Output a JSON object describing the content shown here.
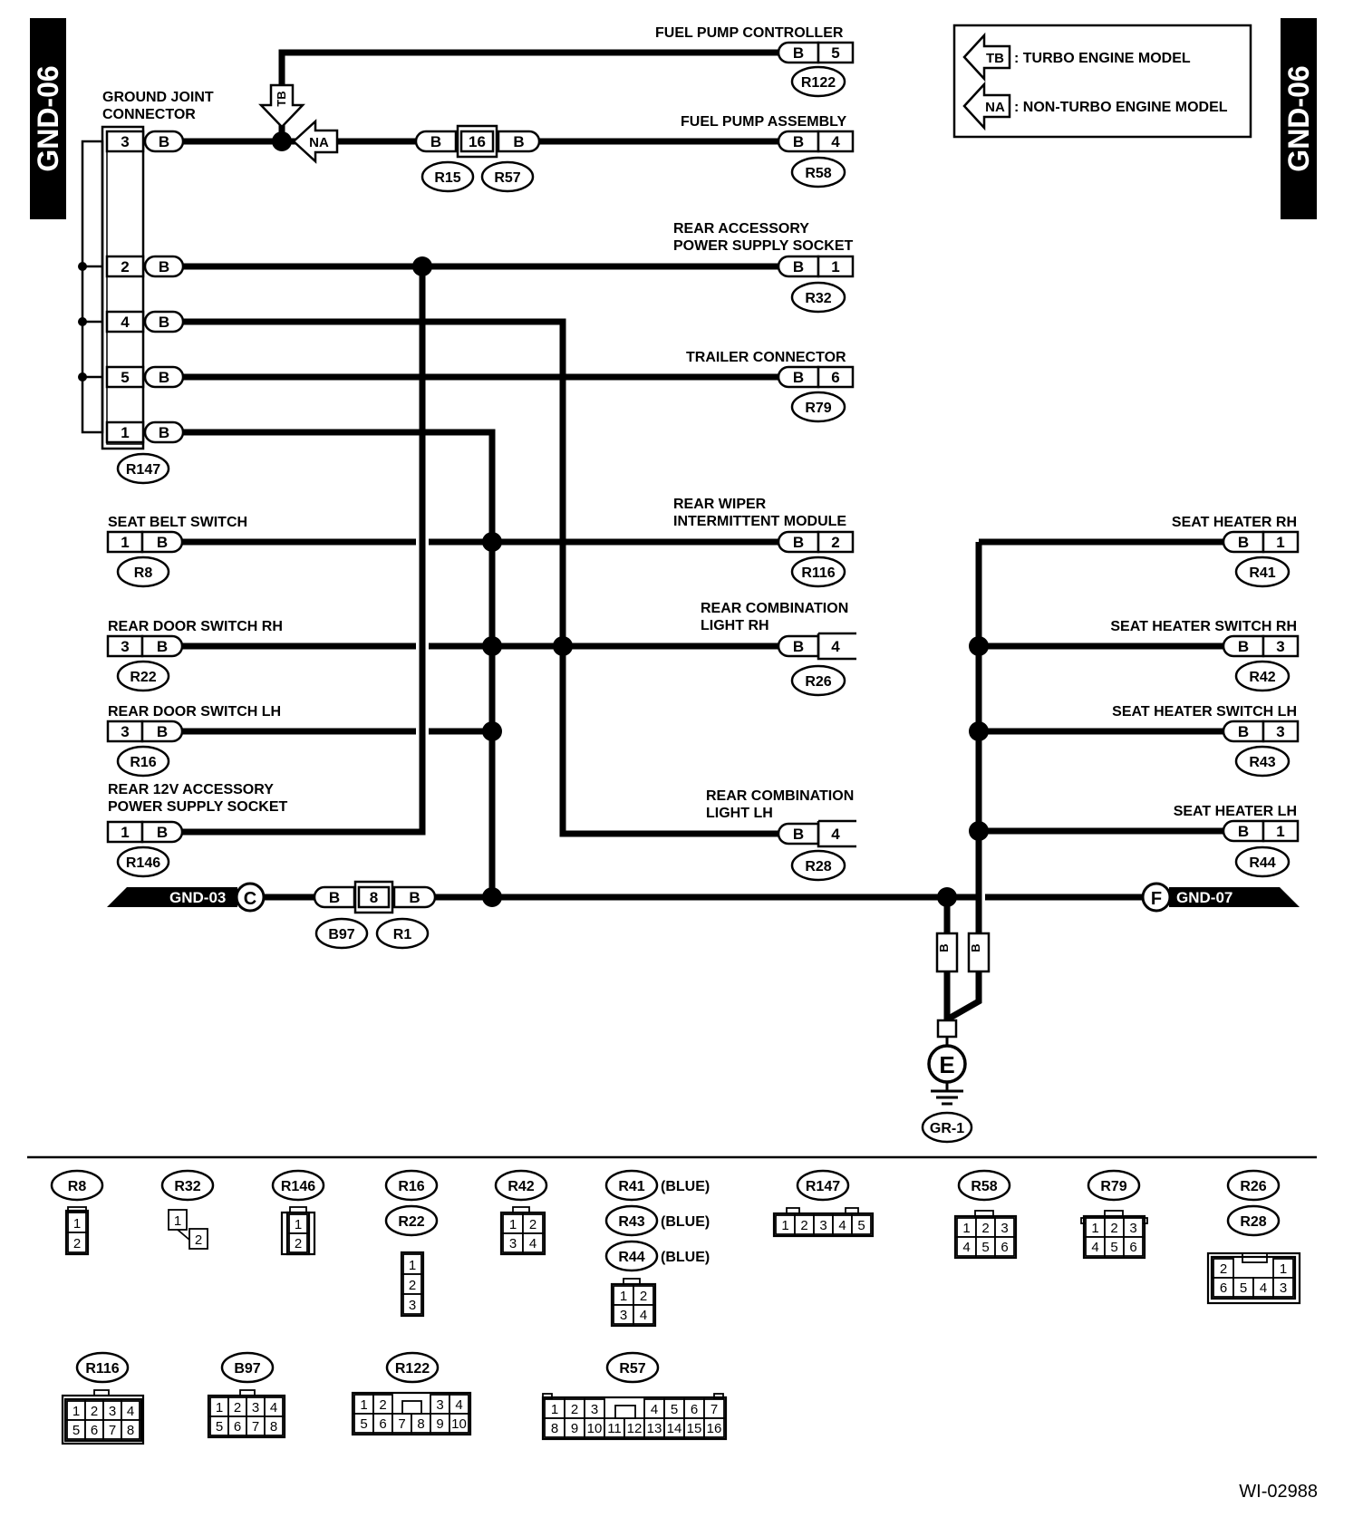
{
  "side_tabs": {
    "left": "GND-06",
    "right": "GND-06"
  },
  "legend": [
    {
      "code": "TB",
      "text": ": TURBO ENGINE MODEL"
    },
    {
      "code": "NA",
      "text": ": NON-TURBO ENGINE MODEL"
    }
  ],
  "wire_color": "B",
  "ground_joint": {
    "title_lines": [
      "GROUND JOINT",
      "CONNECTOR"
    ],
    "connector": "R147",
    "pins": [
      "3",
      "2",
      "4",
      "5",
      "1"
    ]
  },
  "components": [
    {
      "id": "fpc",
      "label_lines": [
        "FUEL PUMP CONTROLLER"
      ],
      "pin": "5",
      "connector": "R122"
    },
    {
      "id": "fpa",
      "label_lines": [
        "FUEL PUMP ASSEMBLY"
      ],
      "pin": "4",
      "connector": "R58"
    },
    {
      "id": "racc",
      "label_lines": [
        "REAR ACCESSORY",
        "POWER SUPPLY SOCKET"
      ],
      "pin": "1",
      "connector": "R32"
    },
    {
      "id": "trl",
      "label_lines": [
        "TRAILER CONNECTOR"
      ],
      "pin": "6",
      "connector": "R79"
    },
    {
      "id": "rwim",
      "label_lines": [
        "REAR WIPER",
        "INTERMITTENT MODULE"
      ],
      "pin": "2",
      "connector": "R116"
    },
    {
      "id": "rclr",
      "label_lines": [
        "REAR COMBINATION",
        "LIGHT RH"
      ],
      "pin": "4",
      "connector": "R26"
    },
    {
      "id": "rcll",
      "label_lines": [
        "REAR COMBINATION",
        "LIGHT LH"
      ],
      "pin": "4",
      "connector": "R28"
    },
    {
      "id": "sbs",
      "label_lines": [
        "SEAT BELT SWITCH"
      ],
      "pin": "1",
      "connector": "R8"
    },
    {
      "id": "rdsr",
      "label_lines": [
        "REAR DOOR SWITCH RH"
      ],
      "pin": "3",
      "connector": "R22"
    },
    {
      "id": "rdsl",
      "label_lines": [
        "REAR DOOR SWITCH LH"
      ],
      "pin": "3",
      "connector": "R16"
    },
    {
      "id": "r12",
      "label_lines": [
        "REAR 12V ACCESSORY",
        "POWER SUPPLY SOCKET"
      ],
      "pin": "1",
      "connector": "R146"
    },
    {
      "id": "shr",
      "label_lines": [
        "SEAT HEATER RH"
      ],
      "pin": "1",
      "connector": "R41"
    },
    {
      "id": "shsr",
      "label_lines": [
        "SEAT HEATER SWITCH RH"
      ],
      "pin": "3",
      "connector": "R42"
    },
    {
      "id": "shsl",
      "label_lines": [
        "SEAT HEATER SWITCH LH"
      ],
      "pin": "3",
      "connector": "R43"
    },
    {
      "id": "shl",
      "label_lines": [
        "SEAT HEATER LH"
      ],
      "pin": "1",
      "connector": "R44"
    }
  ],
  "splices": {
    "fuel_pump": {
      "pin": "16",
      "connectors": [
        "R15",
        "R57"
      ]
    },
    "bus": {
      "pin": "8",
      "connectors": [
        "B97",
        "R1"
      ]
    }
  },
  "bus_labels": {
    "left": "GND-03",
    "left_letter": "C",
    "right": "GND-07",
    "right_letter": "F"
  },
  "ground": {
    "letter": "E",
    "point": "GR-1"
  },
  "connector_views": [
    {
      "id": "R8",
      "labels": [
        "R8"
      ],
      "pins": [
        [
          "1"
        ],
        [
          "2"
        ]
      ]
    },
    {
      "id": "R32",
      "labels": [
        "R32"
      ],
      "pins": [
        [
          "1"
        ],
        [
          "2"
        ]
      ]
    },
    {
      "id": "R146",
      "labels": [
        "R146"
      ],
      "pins": [
        [
          "1"
        ],
        [
          "2"
        ]
      ]
    },
    {
      "id": "R16",
      "labels": [
        "R16",
        "R22"
      ],
      "pins": [
        [
          "1"
        ],
        [
          "2"
        ],
        [
          "3"
        ]
      ]
    },
    {
      "id": "R42",
      "labels": [
        "R42"
      ],
      "pins": [
        [
          "1",
          "2"
        ],
        [
          "3",
          "4"
        ]
      ]
    },
    {
      "id": "R41",
      "labels": [
        "R41",
        "R43",
        "R44"
      ],
      "suffix": "(BLUE)",
      "pins": [
        [
          "1",
          "2"
        ],
        [
          "3",
          "4"
        ]
      ]
    },
    {
      "id": "R147",
      "labels": [
        "R147"
      ],
      "pins": [
        [
          "1",
          "2",
          "3",
          "4",
          "5"
        ]
      ]
    },
    {
      "id": "R58",
      "labels": [
        "R58"
      ],
      "pins": [
        [
          "1",
          "2",
          "3"
        ],
        [
          "4",
          "5",
          "6"
        ]
      ]
    },
    {
      "id": "R79",
      "labels": [
        "R79"
      ],
      "pins": [
        [
          "1",
          "2",
          "3"
        ],
        [
          "4",
          "5",
          "6"
        ]
      ]
    },
    {
      "id": "R26",
      "labels": [
        "R26",
        "R28"
      ],
      "pins": [
        [
          "2",
          "",
          "",
          "1"
        ],
        [
          "6",
          "5",
          "4",
          "3"
        ]
      ]
    },
    {
      "id": "R116",
      "labels": [
        "R116"
      ],
      "pins": [
        [
          "1",
          "2",
          "3",
          "4"
        ],
        [
          "5",
          "6",
          "7",
          "8"
        ]
      ]
    },
    {
      "id": "B97",
      "labels": [
        "B97"
      ],
      "pins": [
        [
          "1",
          "2",
          "3",
          "4"
        ],
        [
          "5",
          "6",
          "7",
          "8"
        ]
      ]
    },
    {
      "id": "R122",
      "labels": [
        "R122"
      ],
      "pins": [
        [
          "1",
          "2",
          "",
          "",
          "3",
          "4"
        ],
        [
          "5",
          "6",
          "7",
          "8",
          "9",
          "10"
        ]
      ]
    },
    {
      "id": "R57",
      "labels": [
        "R57"
      ],
      "pins": [
        [
          "1",
          "2",
          "3",
          "",
          "",
          "4",
          "5",
          "6",
          "7"
        ],
        [
          "8",
          "9",
          "10",
          "11",
          "12",
          "13",
          "14",
          "15",
          "16"
        ]
      ]
    }
  ],
  "figure_code": "WI-02988"
}
